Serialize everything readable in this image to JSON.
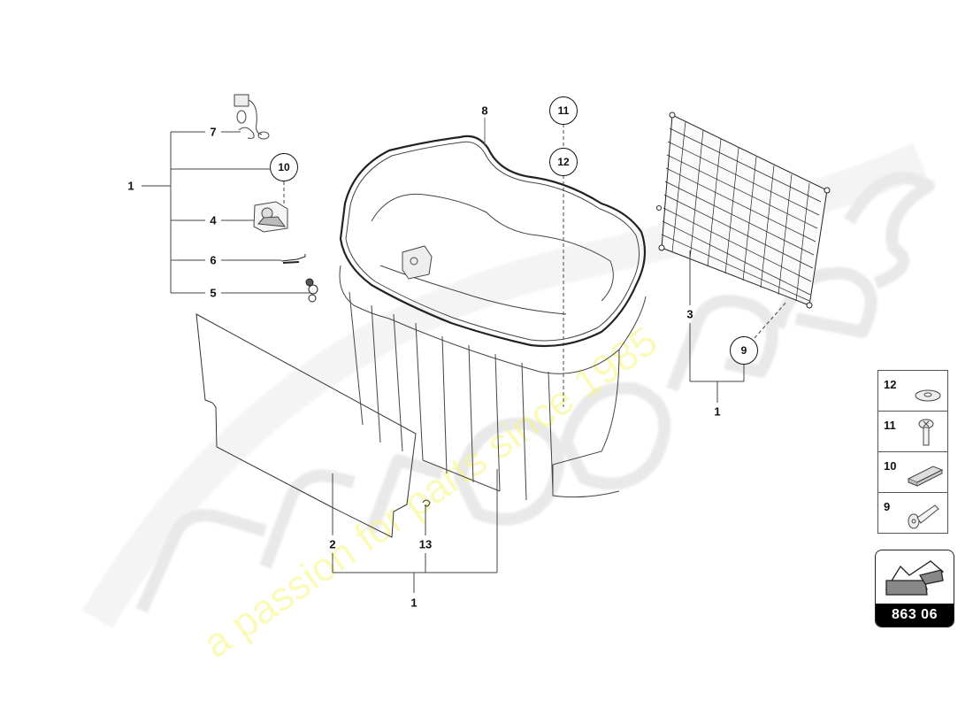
{
  "diagram": {
    "type": "exploded-parts-diagram",
    "subject": "Luggage compartment tub with trim panel, seal and net",
    "watermark": {
      "brand": "eurospares",
      "tagline": "a passion for parts since 1985",
      "brand_color": "#e4e4e4",
      "tagline_color": "#f5f07a"
    },
    "labels": [
      {
        "id": "lbl-1-top",
        "text": "1"
      },
      {
        "id": "lbl-7",
        "text": "7"
      },
      {
        "id": "lbl-4",
        "text": "4"
      },
      {
        "id": "lbl-6",
        "text": "6"
      },
      {
        "id": "lbl-5",
        "text": "5"
      },
      {
        "id": "lbl-8",
        "text": "8"
      },
      {
        "id": "lbl-3",
        "text": "3"
      },
      {
        "id": "lbl-1-right",
        "text": "1"
      },
      {
        "id": "lbl-2",
        "text": "2"
      },
      {
        "id": "lbl-13",
        "text": "13"
      },
      {
        "id": "lbl-1-bottom",
        "text": "1"
      }
    ],
    "callouts": [
      {
        "id": "callout-10",
        "text": "10"
      },
      {
        "id": "callout-11",
        "text": "11"
      },
      {
        "id": "callout-12",
        "text": "12"
      },
      {
        "id": "callout-9",
        "text": "9"
      }
    ],
    "legend": [
      {
        "num": "12",
        "part": "washer"
      },
      {
        "num": "11",
        "part": "screw"
      },
      {
        "num": "10",
        "part": "clip-rail"
      },
      {
        "num": "9",
        "part": "expanding-rivet"
      }
    ],
    "badge": {
      "code": "863 06",
      "icon": "direction-arrow-icon"
    }
  }
}
